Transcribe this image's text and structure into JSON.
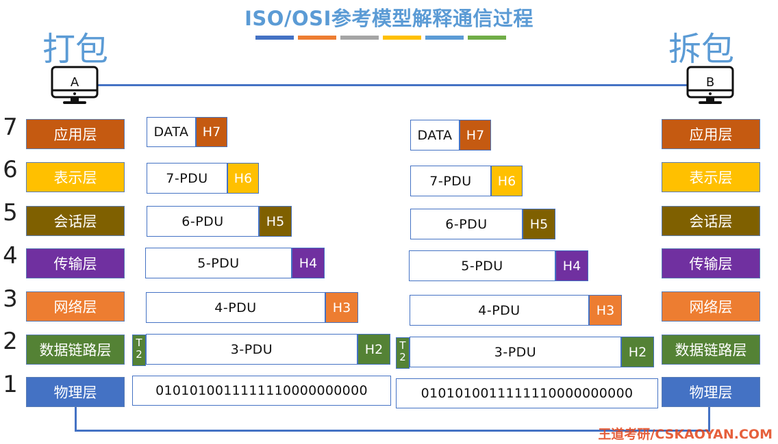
{
  "title": "ISO/OSI参考模型解释通信过程",
  "colors": [
    "#4472c4",
    "#ed7d31",
    "#a5a5a5",
    "#ffc000",
    "#5b9bd5",
    "#70ad47"
  ],
  "left_label": "打包",
  "right_label": "拆包",
  "host_a": "A",
  "host_b": "B",
  "layer_numbers": [
    "7",
    "6",
    "5",
    "4",
    "3",
    "2",
    "1"
  ],
  "layers": [
    {
      "name": "应用层",
      "color": "#c55a11"
    },
    {
      "name": "表示层",
      "color": "#ffc000"
    },
    {
      "name": "会话层",
      "color": "#7f6000"
    },
    {
      "name": "传输层",
      "color": "#7030a0"
    },
    {
      "name": "网络层",
      "color": "#ed7d31"
    },
    {
      "name": "数据链路层",
      "color": "#548235"
    },
    {
      "name": "物理层",
      "color": "#4472c4"
    }
  ],
  "pdus": [
    {
      "body": "DATA",
      "header": "H7"
    },
    {
      "body": "7-PDU",
      "header": "H6"
    },
    {
      "body": "6-PDU",
      "header": "H5"
    },
    {
      "body": "5-PDU",
      "header": "H4"
    },
    {
      "body": "4-PDU",
      "header": "H3"
    },
    {
      "body": "3-PDU",
      "header": "H2",
      "trailer": "T\n2"
    }
  ],
  "bits": "0101010011111110000000000",
  "watermark": "王道考研/CSKAOYAN.COM"
}
